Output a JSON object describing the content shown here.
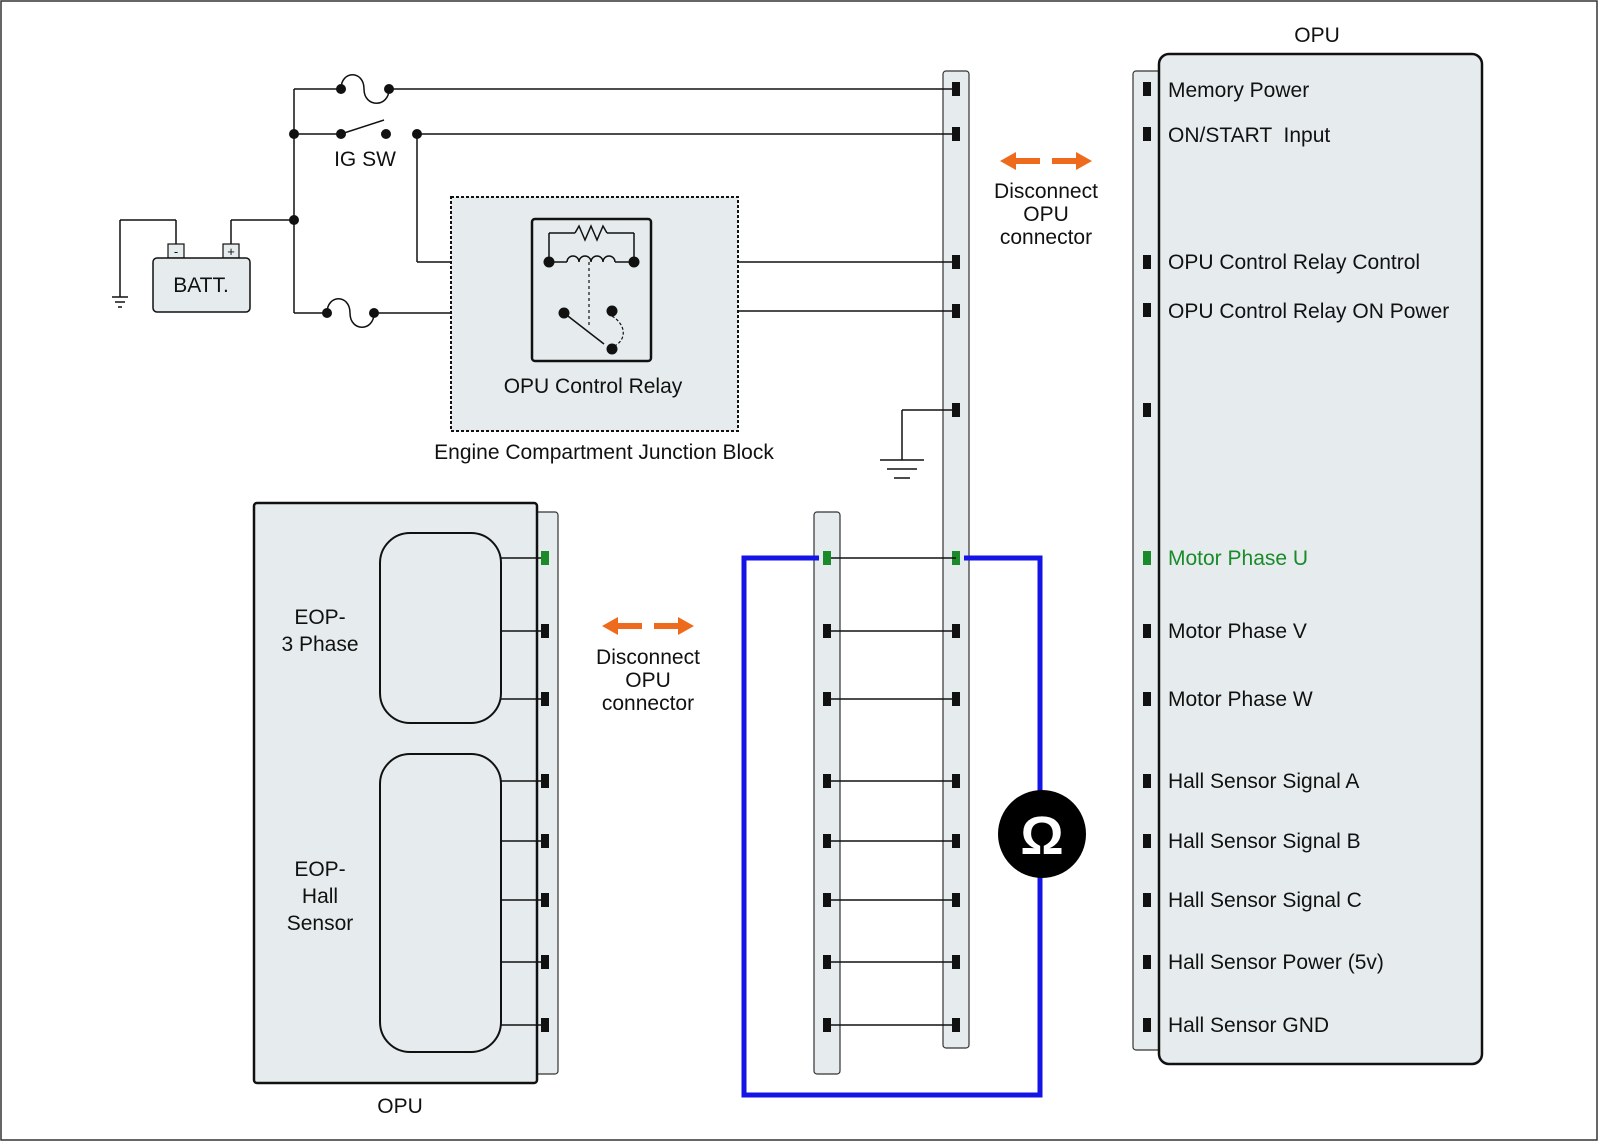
{
  "opu_right": {
    "title": "OPU",
    "pins": [
      "Memory Power",
      "ON/START  Input",
      "OPU Control Relay Control",
      "OPU Control Relay ON Power",
      "",
      "Motor Phase U",
      "Motor Phase V",
      "Motor Phase W",
      "Hall Sensor Signal A",
      "Hall Sensor Signal B",
      "Hall Sensor Signal C",
      "Hall Sensor Power (5v)",
      "Hall Sensor GND"
    ],
    "highlighted_pin": "Motor Phase U"
  },
  "opu_bottom": {
    "title": "OPU",
    "block_phase": [
      "EOP-",
      "3 Phase"
    ],
    "block_hall": [
      "EOP-",
      "Hall",
      "Sensor"
    ]
  },
  "battery": {
    "label": "BATT.",
    "minus": "-",
    "plus": "+"
  },
  "switch": {
    "label": "IG SW"
  },
  "relay": {
    "label": "OPU Control Relay"
  },
  "junction_block": {
    "label": "Engine Compartment Junction Block"
  },
  "disconnect_top": [
    "Disconnect",
    "OPU",
    "connector"
  ],
  "disconnect_mid": [
    "Disconnect",
    "OPU",
    "connector"
  ],
  "meter": {
    "symbol": "Ω",
    "name": "ohmmeter"
  },
  "colors": {
    "test_lead": "#1414e6",
    "highlight": "#1a8a2a",
    "arrow": "#ee6a1c",
    "panel_fill": "#e6eced"
  }
}
